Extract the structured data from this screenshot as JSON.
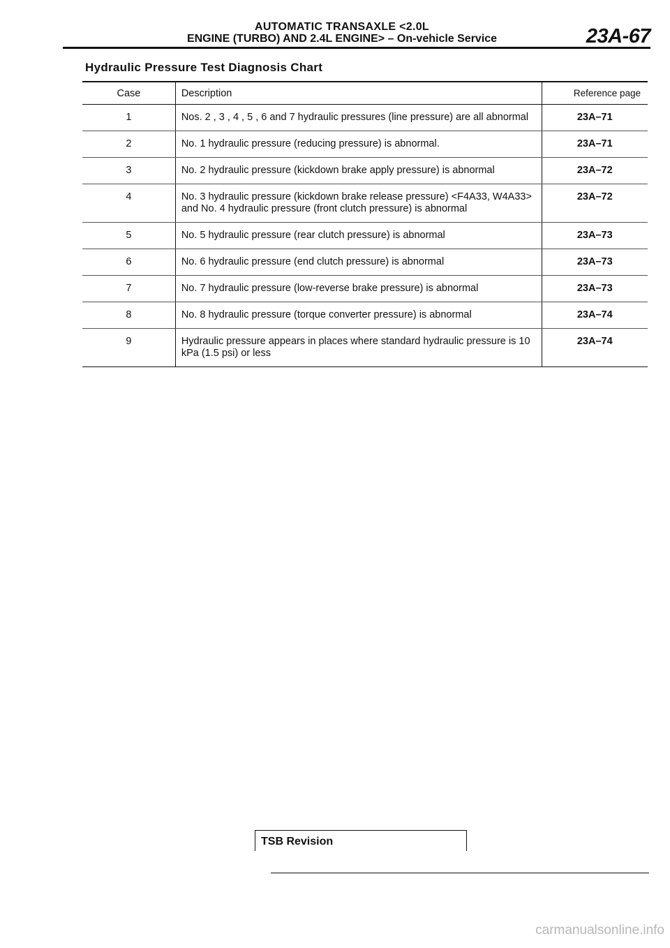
{
  "header": {
    "line1": "AUTOMATIC TRANSAXLE <2.0L",
    "line2": "ENGINE (TURBO) AND 2.4L ENGINE> – On-vehicle Service",
    "page_number": "23A-67"
  },
  "section_title": "Hydraulic Pressure Test Diagnosis Chart",
  "table": {
    "headers": {
      "case": "Case",
      "description": "Description",
      "reference": "Reference page"
    },
    "rows": [
      {
        "case": "1",
        "description": "Nos. 2 , 3 , 4 , 5 , 6 and 7 hydraulic pressures (line pressure) are all abnormal",
        "reference": "23A–71"
      },
      {
        "case": "2",
        "description": "No. 1 hydraulic pressure (reducing pressure) is abnormal.",
        "reference": "23A–71"
      },
      {
        "case": "3",
        "description": "No. 2 hydraulic pressure (kickdown brake apply pressure) is abnormal",
        "reference": "23A–72"
      },
      {
        "case": "4",
        "description": "No. 3 hydraulic pressure (kickdown brake release pressure) <F4A33, W4A33> and No. 4 hydraulic pressure (front clutch pressure) is abnormal",
        "reference": "23A–72"
      },
      {
        "case": "5",
        "description": "No. 5 hydraulic pressure (rear clutch pressure) is abnormal",
        "reference": "23A–73"
      },
      {
        "case": "6",
        "description": "No. 6 hydraulic pressure (end clutch pressure) is abnormal",
        "reference": "23A–73"
      },
      {
        "case": "7",
        "description": "No. 7 hydraulic pressure (low-reverse brake pressure) is abnormal",
        "reference": "23A–73"
      },
      {
        "case": "8",
        "description": "No. 8 hydraulic pressure (torque converter pressure) is abnormal",
        "reference": "23A–74"
      },
      {
        "case": "9",
        "description": "Hydraulic pressure appears in places where standard hydraulic pressure is 10 kPa (1.5 psi) or less",
        "reference": "23A–74"
      }
    ]
  },
  "footer": {
    "tsb_label": "TSB Revision",
    "watermark": "carmanualsonline.info"
  }
}
